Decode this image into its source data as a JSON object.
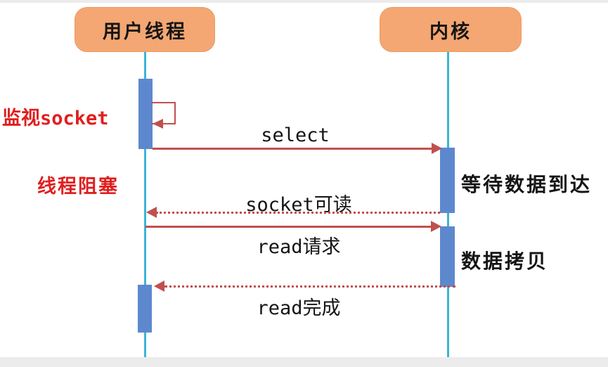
{
  "actors": [
    {
      "id": "user-thread",
      "label": "用户线程"
    },
    {
      "id": "kernel",
      "label": "内核"
    }
  ],
  "messages": [
    {
      "id": "select",
      "label": "select",
      "style": "solid",
      "from": "user-thread",
      "to": "kernel"
    },
    {
      "id": "socket-readable",
      "label": "socket可读",
      "style": "dotted",
      "from": "kernel",
      "to": "user-thread"
    },
    {
      "id": "read-request",
      "label": "read请求",
      "style": "solid",
      "from": "user-thread",
      "to": "kernel"
    },
    {
      "id": "read-complete",
      "label": "read完成",
      "style": "dotted",
      "from": "kernel",
      "to": "user-thread"
    }
  ],
  "annotations": [
    {
      "id": "monitor-socket",
      "label": "监视socket",
      "color": "#e01f1f",
      "side": "left"
    },
    {
      "id": "thread-blocked",
      "label": "线程阻塞",
      "color": "#e01f1f",
      "side": "left"
    },
    {
      "id": "wait-data",
      "label": "等待数据到达",
      "color": "#151515",
      "side": "right"
    },
    {
      "id": "data-copy",
      "label": "数据拷贝",
      "color": "#151515",
      "side": "right"
    }
  ],
  "colors": {
    "header_fill": "#f4a772",
    "activation_fill": "#5e88ce",
    "lifeline": "#3cb4d8",
    "arrow": "#c0504d",
    "annotation_red": "#e01f1f",
    "text_black": "#151515"
  }
}
